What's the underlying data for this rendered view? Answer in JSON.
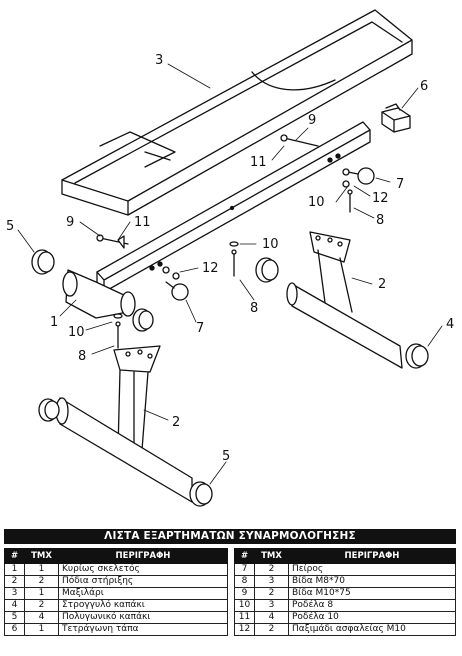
{
  "callouts": {
    "c3": "3",
    "c6": "6",
    "c9a": "9",
    "c11a": "11",
    "c7a": "7",
    "c12a": "12",
    "c10a": "10",
    "c8a": "8",
    "c5a": "5",
    "c9b": "9",
    "c11b": "11",
    "c10b": "10",
    "c12b": "12",
    "c2a": "2",
    "c1": "1",
    "c10c": "10",
    "c8b": "8",
    "c7b": "7",
    "c4": "4",
    "c8c": "8",
    "c2b": "2",
    "c5b": "5"
  },
  "parts_list": {
    "title": "ΛΙΣΤΑ ΕΞΑΡΤΗΜΑΤΩΝ ΣΥΝΑΡΜΟΛΟΓΗΣΗΣ",
    "headers": {
      "num": "#",
      "qty": "ΤΜΧ",
      "desc": "ΠΕΡΙΓΡΑΦΗ"
    },
    "left": [
      {
        "num": "1",
        "qty": "1",
        "desc": "Κυρίως σκελετός"
      },
      {
        "num": "2",
        "qty": "2",
        "desc": "Πόδια στήριξης"
      },
      {
        "num": "3",
        "qty": "1",
        "desc": "Μαξιλάρι"
      },
      {
        "num": "4",
        "qty": "2",
        "desc": "Στρογγυλό καπάκι"
      },
      {
        "num": "5",
        "qty": "4",
        "desc": "Πολυγωνικό καπάκι"
      },
      {
        "num": "6",
        "qty": "1",
        "desc": "Τετράγωνη τάπα"
      }
    ],
    "right": [
      {
        "num": "7",
        "qty": "2",
        "desc": "Πείρος"
      },
      {
        "num": "8",
        "qty": "3",
        "desc": "Βίδα Μ8*70"
      },
      {
        "num": "9",
        "qty": "2",
        "desc": "Βίδα Μ10*75"
      },
      {
        "num": "10",
        "qty": "3",
        "desc": "Ροδέλα 8"
      },
      {
        "num": "11",
        "qty": "4",
        "desc": "Ροδέλα 10"
      },
      {
        "num": "12",
        "qty": "2",
        "desc": "Παξιμάδι ασφαλείας Μ10"
      }
    ]
  }
}
